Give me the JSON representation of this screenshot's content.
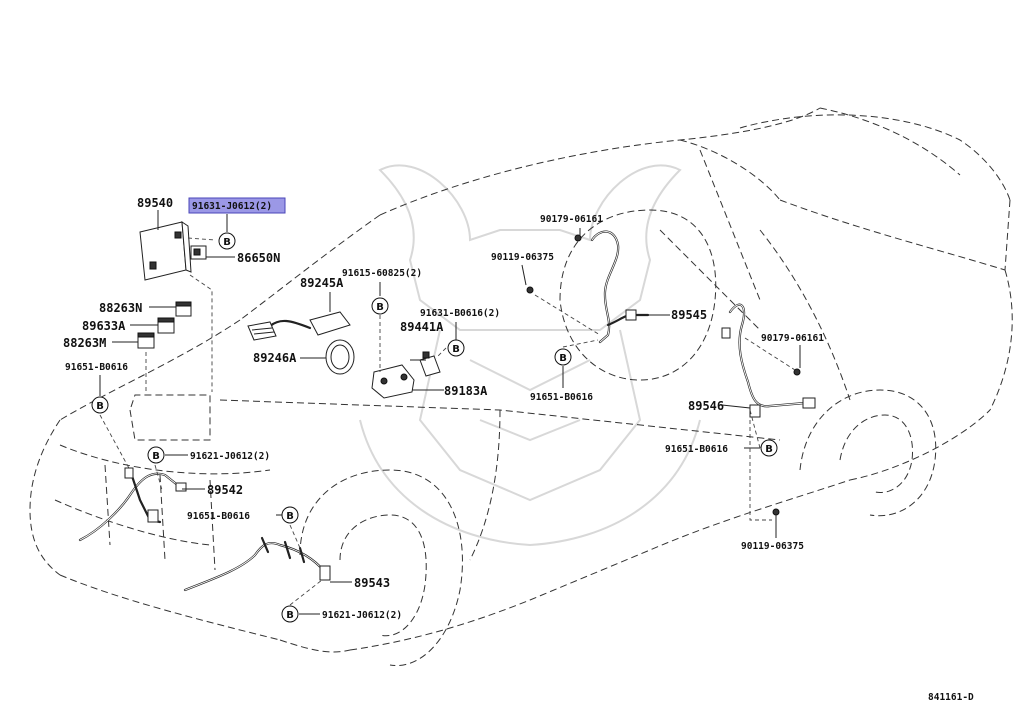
{
  "diagram": {
    "reference_code": "841161-D",
    "callouts": [
      {
        "id": "c-89540",
        "text": "89540"
      },
      {
        "id": "c-91631-j0612",
        "text": "91631-J0612(2)",
        "highlighted": true
      },
      {
        "id": "c-86650n",
        "text": "86650N"
      },
      {
        "id": "c-88263n",
        "text": "88263N"
      },
      {
        "id": "c-89633a",
        "text": "89633A"
      },
      {
        "id": "c-88263m",
        "text": "88263M"
      },
      {
        "id": "c-91651-b0616-left",
        "text": "91651-B0616"
      },
      {
        "id": "c-89245a",
        "text": "89245A"
      },
      {
        "id": "c-89246a",
        "text": "89246A"
      },
      {
        "id": "c-91615-60825",
        "text": "91615-60825(2)"
      },
      {
        "id": "c-91631-b0616",
        "text": "91631-B0616(2)"
      },
      {
        "id": "c-89441a",
        "text": "89441A"
      },
      {
        "id": "c-89183a",
        "text": "89183A"
      },
      {
        "id": "c-90179-06161-top",
        "text": "90179-06161"
      },
      {
        "id": "c-90119-06375-top",
        "text": "90119-06375"
      },
      {
        "id": "c-89545",
        "text": "89545"
      },
      {
        "id": "c-91651-b0616-center",
        "text": "91651-B0616"
      },
      {
        "id": "c-90179-06161-right",
        "text": "90179-06161"
      },
      {
        "id": "c-89546",
        "text": "89546"
      },
      {
        "id": "c-91651-b0616-right",
        "text": "91651-B0616"
      },
      {
        "id": "c-90119-06375-bottom",
        "text": "90119-06375"
      },
      {
        "id": "c-91621-j0612-top",
        "text": "91621-J0612(2)"
      },
      {
        "id": "c-89542",
        "text": "89542"
      },
      {
        "id": "c-91651-b0616-lower",
        "text": "91651-B0616"
      },
      {
        "id": "c-89543",
        "text": "89543"
      },
      {
        "id": "c-91621-j0612-bottom",
        "text": "91621-J0612(2)"
      }
    ],
    "marker_letter": "B",
    "colors": {
      "highlight": "#9b98e6",
      "lines": "#333333",
      "watermark": "#d8d8d8"
    }
  }
}
